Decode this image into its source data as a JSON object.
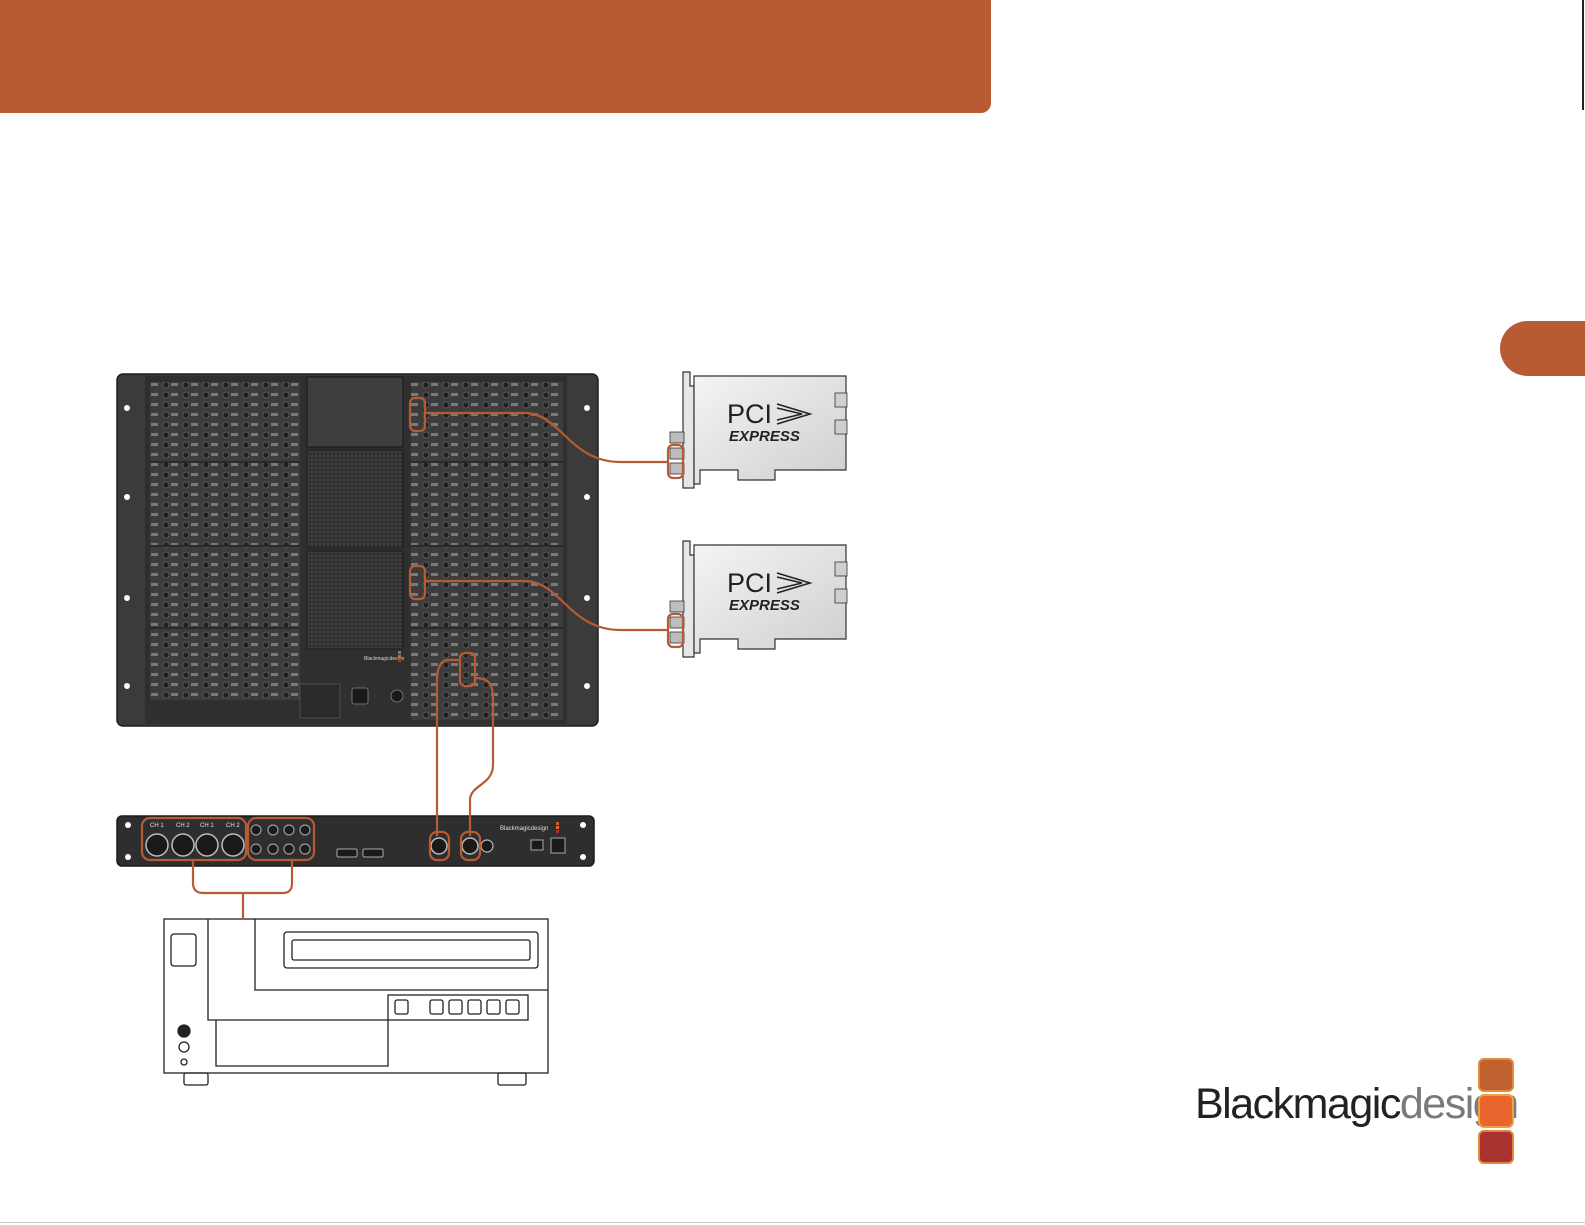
{
  "colors": {
    "accent": "#b85a33",
    "cable": "#b85a33",
    "device_dark": "#2b2b2b",
    "logo_sq1": "#c0612f",
    "logo_sq2": "#e8662e",
    "logo_sq3": "#a8322e"
  },
  "pcie_card_1": {
    "line1": "PCI",
    "line2": "EXPRESS"
  },
  "pcie_card_2": {
    "line1": "PCI",
    "line2": "EXPRESS"
  },
  "router": {
    "brand": "Blackmagicdesign"
  },
  "converter": {
    "brand": "Blackmagicdesign",
    "xlr_labels": [
      "CH 1",
      "CH 2",
      "CH 1",
      "CH 2"
    ]
  },
  "logo": {
    "part1": "Blackmagic",
    "part2": "design"
  }
}
